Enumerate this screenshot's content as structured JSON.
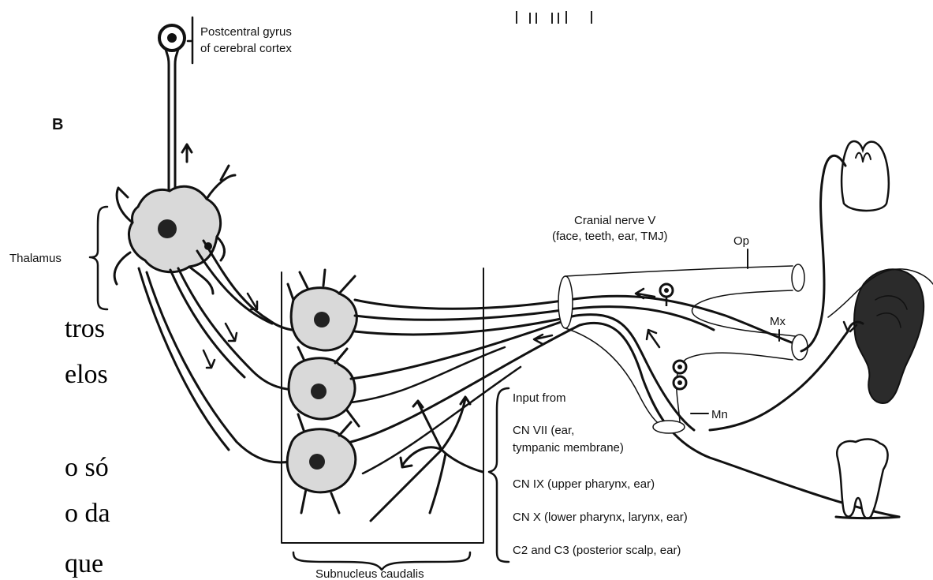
{
  "panel_letter": "B",
  "labels": {
    "cortex_line1": "Postcentral gyrus",
    "cortex_line2": "of cerebral cortex",
    "thalamus": "Thalamus",
    "cn5_line1": "Cranial nerve V",
    "cn5_line2": "(face, teeth, ear, TMJ)",
    "op": "Op",
    "mx": "Mx",
    "mn": "Mn",
    "subnucleus": "Subnucleus caudalis",
    "input_title": "Input from",
    "cn7_line1": "CN VII (ear,",
    "cn7_line2": "tympanic membrane)",
    "cn9": "CN IX (upper pharynx, ear)",
    "cn10": "CN X (lower pharynx, larynx, ear)",
    "c2c3": "C2 and C3 (posterior scalp, ear)"
  },
  "side_text": {
    "line1": "tros",
    "line2": "elos",
    "line3": "o só",
    "line4": "o da",
    "line5": "que"
  }
}
